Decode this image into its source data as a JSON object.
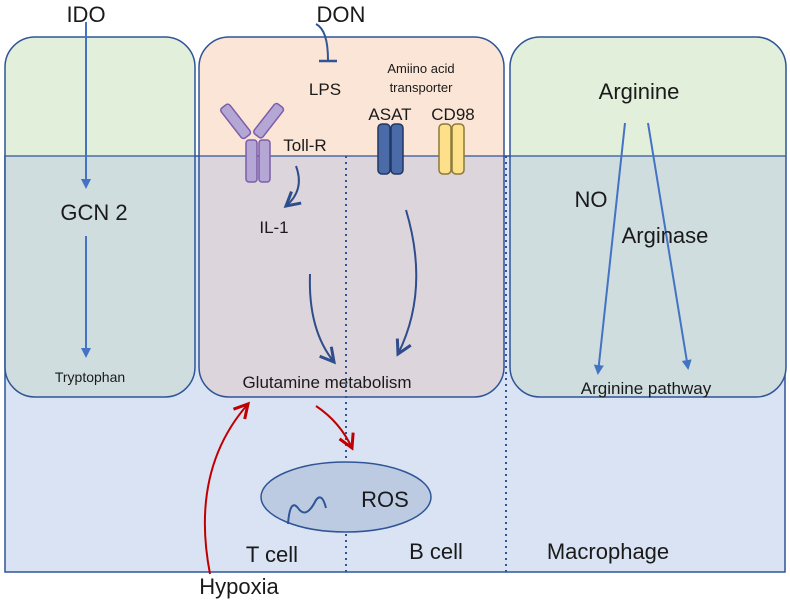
{
  "inputs": {
    "ido": "IDO",
    "don": "DON",
    "hypoxia": "Hypoxia"
  },
  "left_panel": {
    "gcn2": "GCN 2",
    "tryptophan": "Tryptophan"
  },
  "center_panel": {
    "lps": "LPS",
    "toll_r": "Toll-R",
    "il1": "IL-1",
    "transporter_line1": "Amiino acid",
    "transporter_line2": "transporter",
    "asat": "ASAT",
    "cd98": "CD98",
    "glutamine_metabolism": "Glutamine metabolism",
    "ros": "ROS"
  },
  "right_panel": {
    "arginine": "Arginine",
    "no": "NO",
    "arginase": "Arginase",
    "arginine_pathway": "Arginine pathway"
  },
  "cell_labels": {
    "t_cell": "T cell",
    "b_cell": "B cell",
    "macrophage": "Macrophage"
  },
  "colors": {
    "membrane_blue": "#2f5597",
    "arrow_blue": "#4472c4",
    "dark_arrow_blue": "#2e4d8a",
    "red_arrow": "#c00000",
    "base_fill": "#dae3f3",
    "upper_left_right_fill": "#e2efda",
    "upper_center_fill": "#fbe5d6",
    "lower_left_right_fill": "#cfdddf",
    "lower_center_fill": "#ddd5dc",
    "toll_receptor": "#b4a7d6",
    "asat_transporter": "#4a6ba8",
    "cd98_transporter": "#ffe08a"
  }
}
